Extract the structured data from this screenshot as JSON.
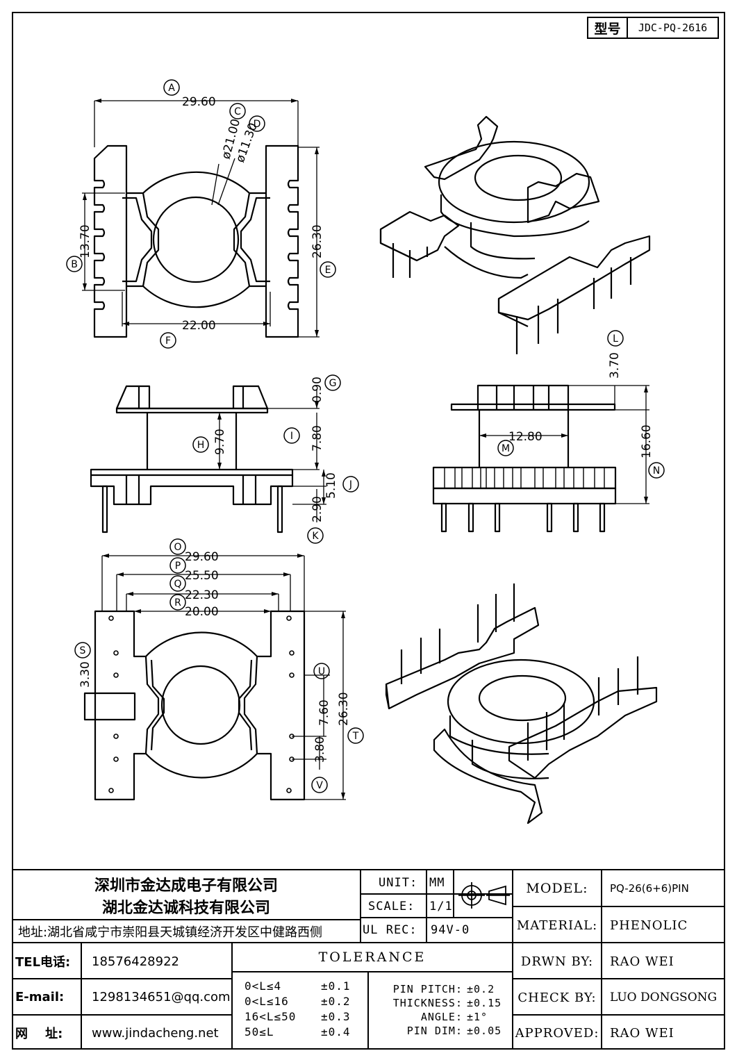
{
  "header": {
    "model_key": "型号",
    "model_value": "JDC-PQ-2616"
  },
  "dimensions": {
    "A": "29.60",
    "C": "ø21.00",
    "D": "ø11.30",
    "B": "13.70",
    "E": "26.30",
    "F": "22.00",
    "G": "0.90",
    "H": "9.70",
    "I": "7.80",
    "J": "5.10",
    "K": "2.90",
    "L": "3.70",
    "M": "12.80",
    "N": "16.60",
    "O": "29.60",
    "P": "25.50",
    "Q": "22.30",
    "R": "20.00",
    "S": "3.30",
    "T": "26.30",
    "U": "7.60",
    "V": "3.80"
  },
  "callouts": [
    "A",
    "B",
    "C",
    "D",
    "E",
    "F",
    "G",
    "H",
    "I",
    "J",
    "K",
    "L",
    "M",
    "N",
    "O",
    "P",
    "Q",
    "R",
    "S",
    "T",
    "U",
    "V"
  ],
  "company": {
    "name1": "深圳市金达成电子有限公司",
    "name2": "湖北金达诚科技有限公司",
    "address": "地址:湖北省咸宁市崇阳县天城镇经济开发区中健路西侧",
    "tel_label": "TEL电话:",
    "tel": "18576428922",
    "email_label": "E-mail:",
    "email": "1298134651@qq.com",
    "web_label": "网    址:",
    "web": "www.jindacheng.net"
  },
  "spec": {
    "unit_label": "UNIT:",
    "unit": "MM",
    "scale_label": "SCALE:",
    "scale": "1/1",
    "ulrec_label": "UL REC:",
    "ulrec": "94V-0",
    "tolerance_title": "TOLERANCE",
    "tolerances": [
      {
        "range": "0<L≤4",
        "value": "±0.1"
      },
      {
        "range": "0<L≤16",
        "value": "±0.2"
      },
      {
        "range": "16<L≤50",
        "value": "±0.3"
      },
      {
        "range": "50≤L",
        "value": "±0.4"
      }
    ],
    "other_tolerances": [
      {
        "label": "PIN PITCH:",
        "value": "±0.2"
      },
      {
        "label": "THICKNESS:",
        "value": "±0.15"
      },
      {
        "label": "ANGLE:",
        "value": "±1°"
      },
      {
        "label": "PIN DIM:",
        "value": "±0.05"
      }
    ]
  },
  "info": {
    "model_label": "MODEL:",
    "model": "PQ-26(6+6)PIN",
    "material_label": "MATERIAL:",
    "material": "PHENOLIC",
    "drawn_label": "DRWN BY:",
    "drawn": "RAO WEI",
    "check_label": "CHECK BY:",
    "check": "LUO DONGSONG",
    "approved_label": "APPROVED:",
    "approved": "RAO WEI"
  }
}
